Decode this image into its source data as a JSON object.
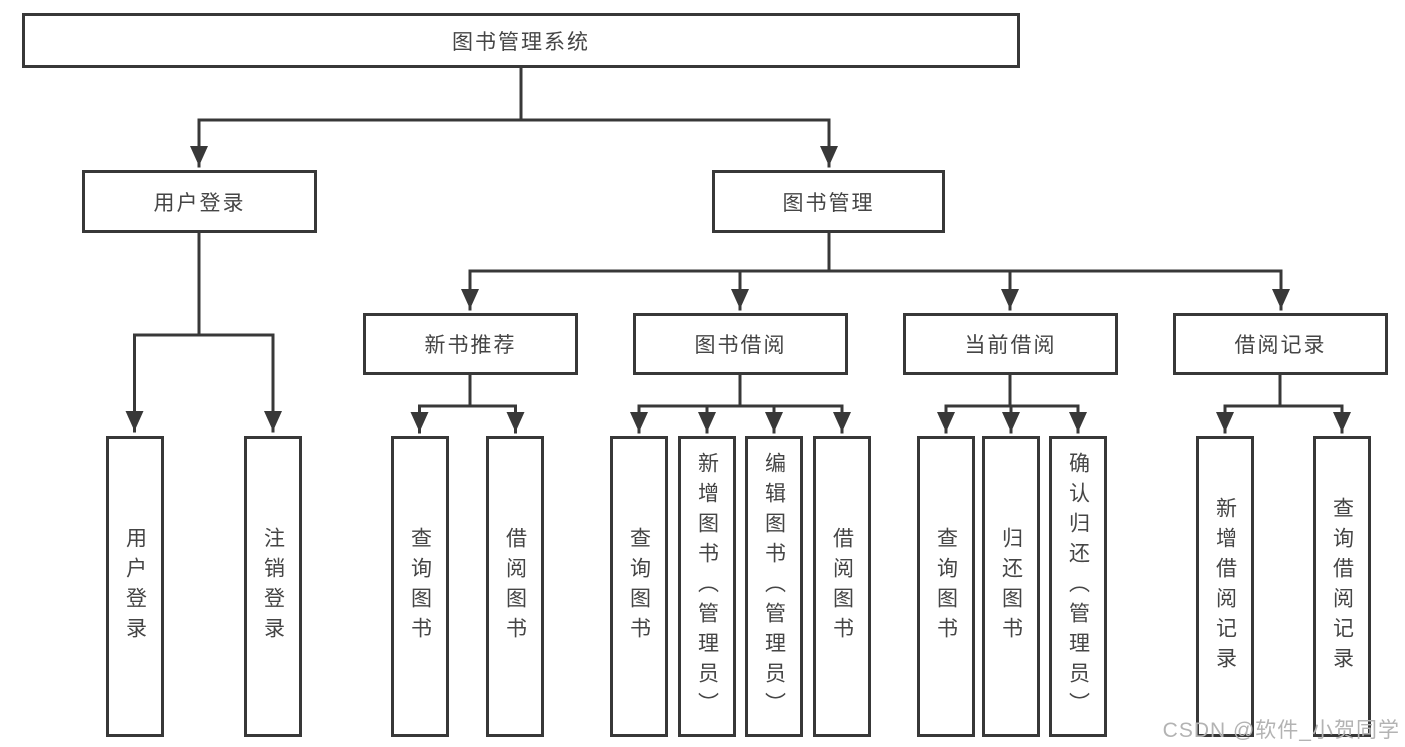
{
  "diagram": {
    "root": {
      "label": "图书管理系统"
    },
    "level2": {
      "user_login": {
        "label": "用户登录"
      },
      "book_mgmt": {
        "label": "图书管理"
      }
    },
    "level3": {
      "new_books": {
        "label": "新书推荐"
      },
      "borrowing": {
        "label": "图书借阅"
      },
      "current": {
        "label": "当前借阅"
      },
      "records": {
        "label": "借阅记录"
      }
    },
    "leaves": {
      "user_login": {
        "label": "用户登录"
      },
      "logout": {
        "label": "注销登录"
      },
      "nb_query": {
        "label": "查询图书"
      },
      "nb_borrow": {
        "label": "借阅图书"
      },
      "bw_query": {
        "label": "查询图书"
      },
      "bw_add": {
        "label": "新增图书（管理员）"
      },
      "bw_edit": {
        "label": "编辑图书（管理员）"
      },
      "bw_borrow": {
        "label": "借阅图书"
      },
      "cur_query": {
        "label": "查询图书"
      },
      "cur_return": {
        "label": "归还图书"
      },
      "cur_confirm": {
        "label": "确认归还（管理员）"
      },
      "rec_add": {
        "label": "新增借阅记录"
      },
      "rec_query": {
        "label": "查询借阅记录"
      }
    },
    "colors": {
      "line": "#383838",
      "text": "#454545",
      "watermark": "#b3b3b3",
      "background": "#ffffff"
    },
    "watermark": "CSDN @软件_小贺同学"
  }
}
